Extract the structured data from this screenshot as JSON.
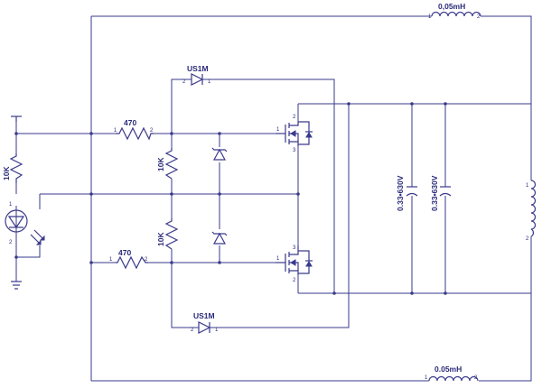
{
  "labels": {
    "inductor_top": "0,05mH",
    "inductor_bottom": "0.05mH",
    "diode_top": "US1M",
    "diode_bottom": "US1M",
    "res_top": "470",
    "res_bottom": "470",
    "res_left": "10K",
    "res_gate_top": "10K",
    "res_gate_bottom": "10K",
    "cap_left": "0.33•630V",
    "cap_right": "0.33•630V"
  },
  "pins": {
    "one": "1",
    "two": "2",
    "three": "3"
  }
}
